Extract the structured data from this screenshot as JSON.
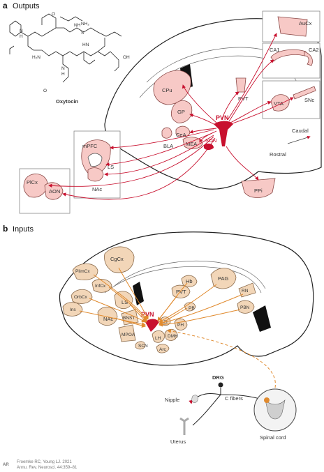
{
  "panel_a": {
    "letter": "a",
    "title": "Outputs",
    "molecule": {
      "name": "Oxytocin",
      "atoms": [
        "N",
        "H",
        "O",
        "NH",
        "S",
        "NH₂",
        "HN",
        "OH",
        "H₂N",
        "O",
        "N",
        "H"
      ]
    },
    "regions": [
      "AuCx",
      "CA1",
      "CA2",
      "PVT",
      "CPu",
      "GP",
      "VTA",
      "SNc",
      "CeA",
      "BLA",
      "MEA",
      "mPFC",
      "LS",
      "NAc",
      "PlCx",
      "AON",
      "PPi"
    ],
    "nuclei": [
      "PVN",
      "SON"
    ],
    "orientation": [
      "Caudal",
      "Rostral"
    ]
  },
  "panel_b": {
    "letter": "b",
    "title": "Inputs",
    "regions": [
      "CgCx",
      "PlimCx",
      "InfCx",
      "OrbCx",
      "Ins",
      "LS",
      "NAc",
      "BNST",
      "MPOA",
      "Hb",
      "PVT",
      "PAG",
      "RN",
      "PBN",
      "PB",
      "ZI",
      "DMH",
      "PH",
      "LH",
      "SCN",
      "Arc"
    ],
    "nucleus": "PVN",
    "periphery": {
      "drg": "DRG",
      "nipple": "Nipple",
      "uterus": "Uterus",
      "cfibers": "C fibers",
      "spinal": "Spinal cord"
    }
  },
  "credit": {
    "line1": "Froemke RC, Young LJ. 2021",
    "line2": "Annu. Rev. Neurosci. 44:359–81"
  },
  "colors": {
    "output_region": "#f7c9c6",
    "input_region": "#f2d6b8",
    "pvn": "#c8102e",
    "output_arrow": "#c8102e",
    "input_arrow": "#e08a2e"
  }
}
